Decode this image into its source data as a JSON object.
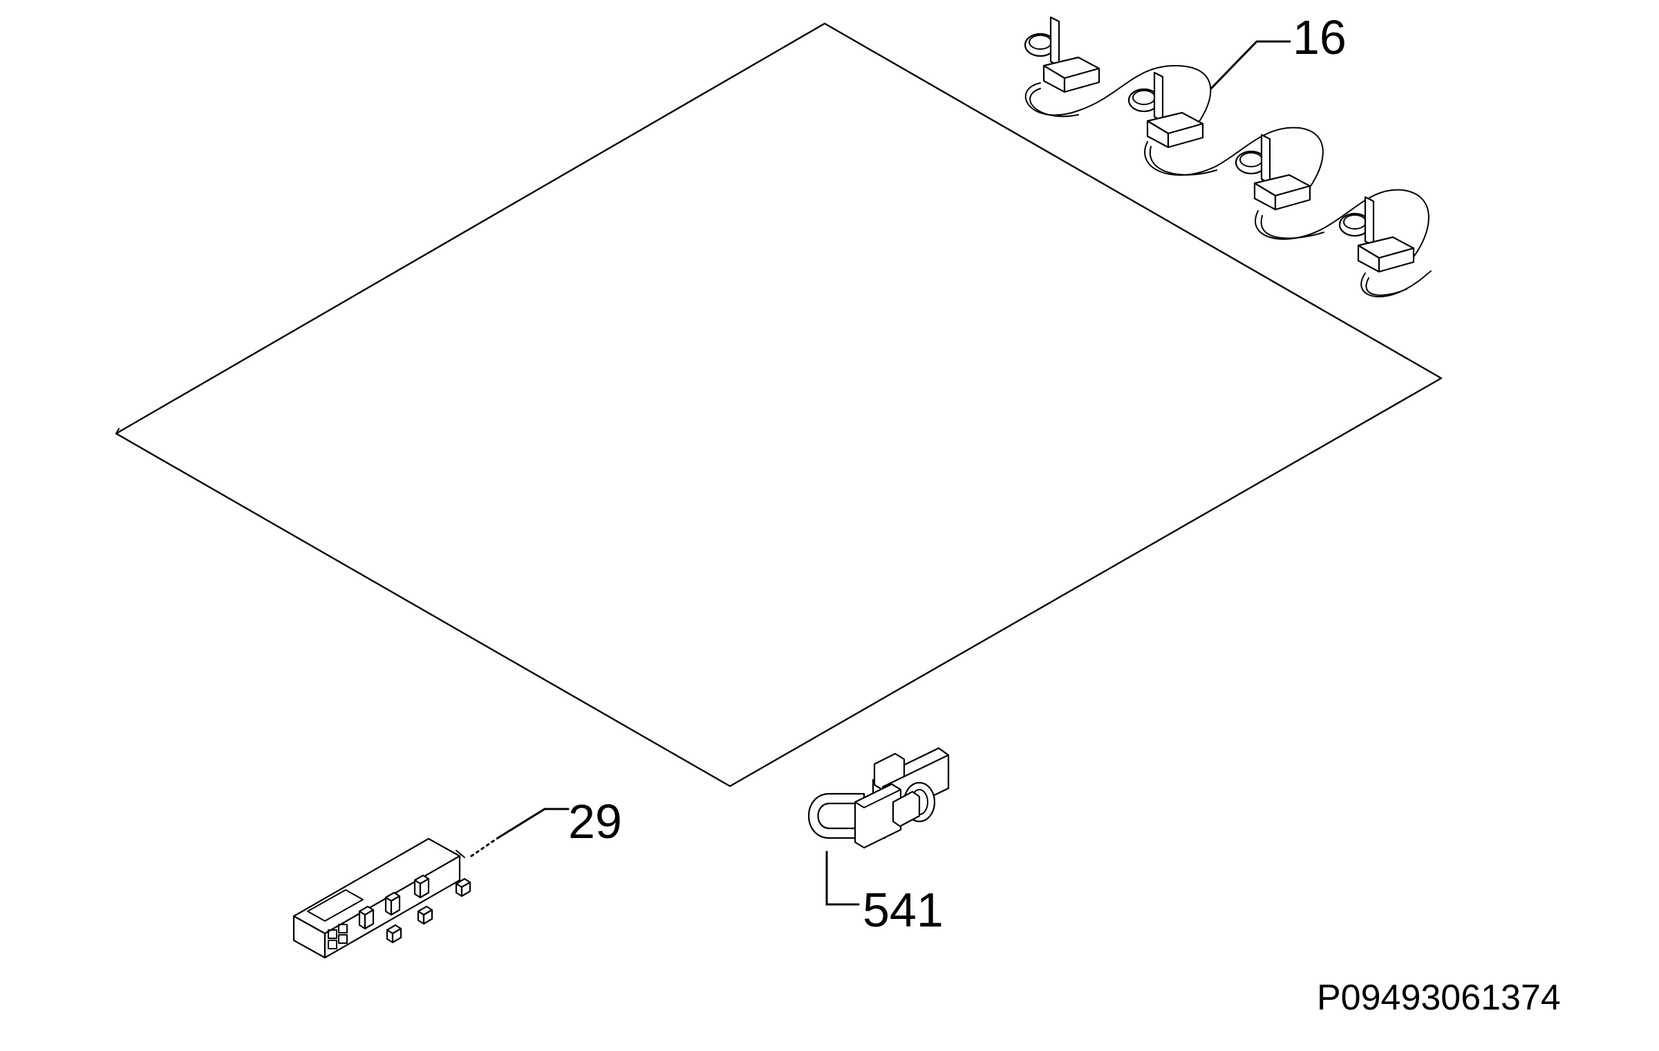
{
  "callouts": {
    "thermocouples": "16",
    "ignition_unit": "29",
    "switch": "541"
  },
  "drawing_reference": "P09493061374",
  "icons": {
    "hob_plate": "glass-plate-outline",
    "thermocouple": "thermocouple-clip",
    "ignition_unit": "spark-generator",
    "switch": "ignition-switch"
  }
}
